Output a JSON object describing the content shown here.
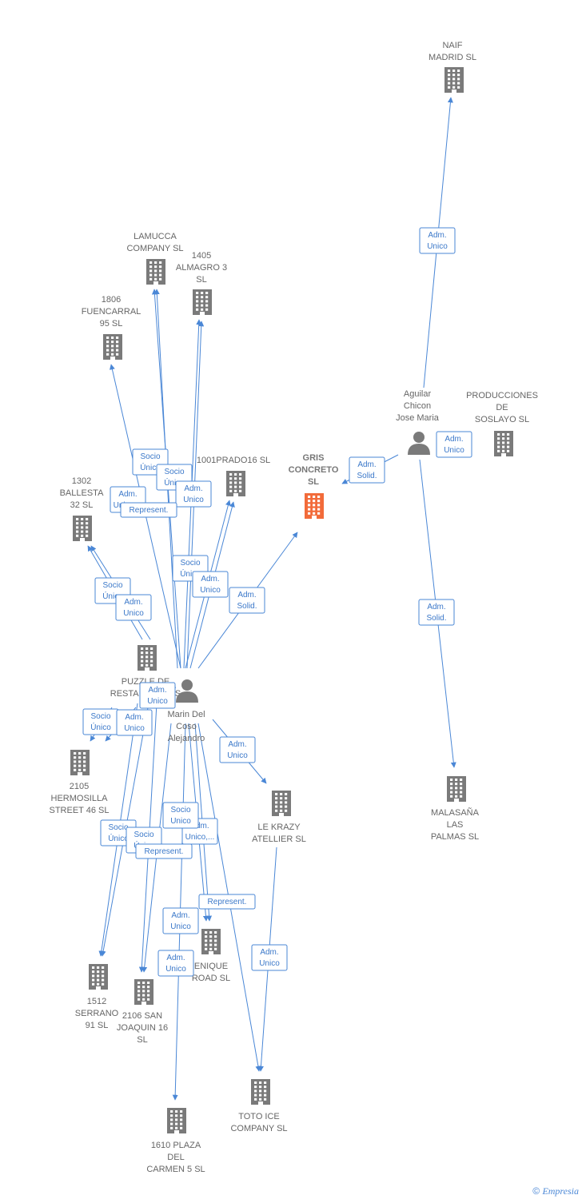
{
  "colors": {
    "edge": "#4a87d6",
    "company": "#7a7a7a",
    "person": "#7a7a7a",
    "focus": "#f26b3a"
  },
  "footer": {
    "copyright": "©",
    "brand": "Empresia"
  },
  "nodes": [
    {
      "id": "naif",
      "type": "company",
      "lines": [
        "NAIF",
        "MADRID SL"
      ]
    },
    {
      "id": "lamucca",
      "type": "company",
      "lines": [
        "LAMUCCA",
        "COMPANY SL"
      ]
    },
    {
      "id": "almagro",
      "type": "company",
      "lines": [
        "1405",
        "ALMAGRO 3",
        "SL"
      ]
    },
    {
      "id": "fuencarral",
      "type": "company",
      "lines": [
        "1806",
        "FUENCARRAL",
        "95  SL"
      ]
    },
    {
      "id": "aguilar",
      "type": "person",
      "lines": [
        "Aguilar",
        "Chicon",
        "Jose Maria"
      ]
    },
    {
      "id": "producciones",
      "type": "company",
      "lines": [
        "PRODUCCIONES",
        "DE",
        "SOSLAYO  SL"
      ]
    },
    {
      "id": "prado",
      "type": "company",
      "lines": [
        "1001PRADO16 SL"
      ]
    },
    {
      "id": "gris",
      "type": "focus",
      "lines": [
        "GRIS",
        "CONCRETO",
        "SL"
      ]
    },
    {
      "id": "ballesta",
      "type": "company",
      "lines": [
        "1302",
        "BALLESTA",
        "32 SL"
      ]
    },
    {
      "id": "puzzle",
      "type": "company",
      "lines": [
        "PUZZLE DE",
        "RESTAURANTES",
        "SL"
      ]
    },
    {
      "id": "marin",
      "type": "person",
      "lines": [
        "Marin Del",
        "Coso",
        "Alejandro"
      ]
    },
    {
      "id": "hermosilla",
      "type": "company",
      "lines": [
        "2105",
        "HERMOSILLA",
        "STREET 46  SL"
      ]
    },
    {
      "id": "lekrazy",
      "type": "company",
      "lines": [
        "LE KRAZY",
        "ATELLIER  SL"
      ]
    },
    {
      "id": "malasana",
      "type": "company",
      "lines": [
        "MALASAÑA",
        "LAS",
        "PALMAS  SL"
      ]
    },
    {
      "id": "enique",
      "type": "company",
      "lines": [
        "ENIQUE",
        "ROAD SL"
      ]
    },
    {
      "id": "serrano",
      "type": "company",
      "lines": [
        "1512",
        "SERRANO",
        "91  SL"
      ]
    },
    {
      "id": "joaquin",
      "type": "company",
      "lines": [
        "2106 SAN",
        "JOAQUIN 16",
        "SL"
      ]
    },
    {
      "id": "toto",
      "type": "company",
      "lines": [
        "TOTO ICE",
        "COMPANY  SL"
      ]
    },
    {
      "id": "plaza",
      "type": "company",
      "lines": [
        "1610 PLAZA",
        "DEL",
        "CARMEN 5  SL"
      ]
    }
  ],
  "edges": [
    {
      "from": "aguilar",
      "to": "naif",
      "label": [
        "Adm.",
        "Unico"
      ]
    },
    {
      "from": "aguilar",
      "to": "producciones",
      "label": [
        "Adm.",
        "Unico"
      ]
    },
    {
      "from": "aguilar",
      "to": "gris",
      "label": [
        "Adm.",
        "Solid."
      ]
    },
    {
      "from": "aguilar",
      "to": "malasana",
      "label": [
        "Adm.",
        "Solid."
      ]
    },
    {
      "from": "marin",
      "to": "lamucca",
      "label": [
        "Socio",
        "Único"
      ]
    },
    {
      "from": "marin",
      "to": "almagro",
      "label": [
        "Socio",
        "Único"
      ]
    },
    {
      "from": "marin",
      "to": "almagro",
      "label": [
        "Adm.",
        "Unico"
      ]
    },
    {
      "from": "marin",
      "to": "fuencarral",
      "label": [
        "Adm.",
        "Unico,..."
      ]
    },
    {
      "from": "marin",
      "to": "lamucca",
      "label": [
        "Represent."
      ]
    },
    {
      "from": "marin",
      "to": "prado",
      "label": [
        "Socio",
        "Único"
      ]
    },
    {
      "from": "marin",
      "to": "prado",
      "label": [
        "Adm.",
        "Unico"
      ]
    },
    {
      "from": "marin",
      "to": "gris",
      "label": [
        "Adm.",
        "Solid."
      ]
    },
    {
      "from": "marin",
      "to": "ballesta",
      "label": [
        "Socio",
        "Único"
      ]
    },
    {
      "from": "marin",
      "to": "ballesta",
      "label": [
        "Adm.",
        "Unico"
      ]
    },
    {
      "from": "marin",
      "to": "hermosilla",
      "label": [
        "Socio",
        "Único"
      ]
    },
    {
      "from": "marin",
      "to": "hermosilla",
      "label": [
        "Adm.",
        "Unico"
      ]
    },
    {
      "from": "marin",
      "to": "lekrazy",
      "label": [
        "Adm.",
        "Unico"
      ]
    },
    {
      "from": "marin",
      "to": "puzzle",
      "label": [
        "Adm.",
        "Unico"
      ]
    },
    {
      "from": "marin",
      "to": "serrano",
      "label": [
        "Socio",
        "Único"
      ]
    },
    {
      "from": "marin",
      "to": "joaquin",
      "label": [
        "Socio",
        "Único"
      ]
    },
    {
      "from": "marin",
      "to": "serrano",
      "label": [
        "Represent."
      ]
    },
    {
      "from": "marin",
      "to": "enique",
      "label": [
        "Adm.",
        "Unico,..."
      ]
    },
    {
      "from": "marin",
      "to": "enique",
      "label": [
        "Represent."
      ]
    },
    {
      "from": "marin",
      "to": "joaquin",
      "label": [
        "Socio",
        "Unico"
      ]
    },
    {
      "from": "marin",
      "to": "toto",
      "label": [
        "Adm.",
        "Unico"
      ]
    },
    {
      "from": "marin",
      "to": "plaza",
      "label": [
        "Adm.",
        "Unico"
      ]
    },
    {
      "from": "lekrazy",
      "to": "toto",
      "label": [
        "Adm.",
        "Unico"
      ]
    }
  ]
}
